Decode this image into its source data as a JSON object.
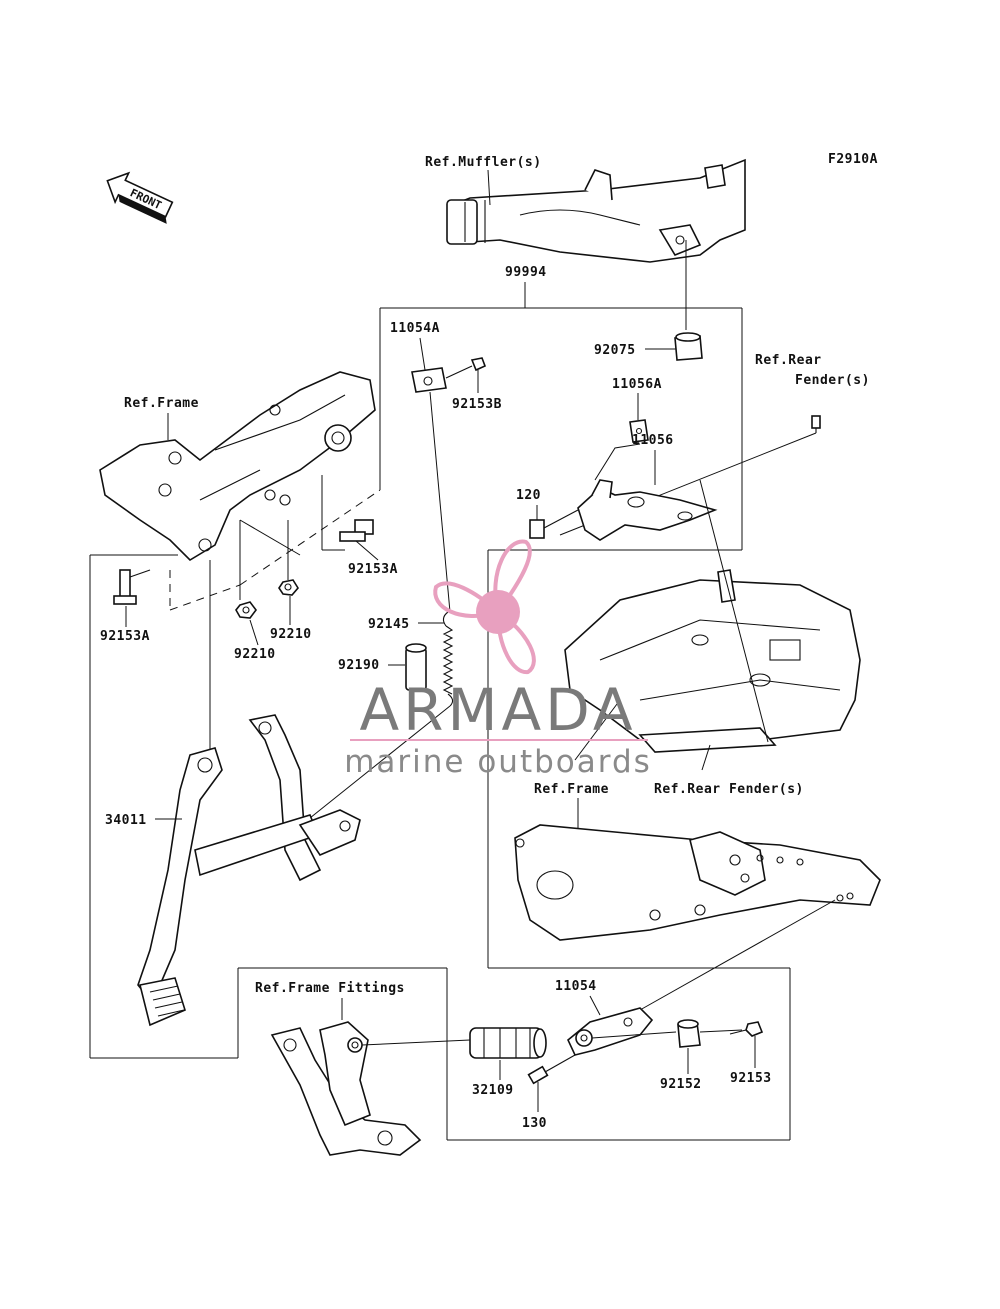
{
  "diagram_code": "F2910A",
  "front_arrow": "FRONT",
  "watermark": {
    "brand": "ARMADA",
    "tagline": "marine outboards",
    "logo_icon": "propeller-icon",
    "accent_color": "#e8a0bf"
  },
  "labels": {
    "ref_muffler": "Ref.Muffler(s)",
    "ref_frame_top": "Ref.Frame",
    "ref_rear_fender_top_line1": "Ref.Rear",
    "ref_rear_fender_top_line2": "Fender(s)",
    "ref_frame_mid": "Ref.Frame",
    "ref_rear_fender_mid": "Ref.Rear Fender(s)",
    "ref_frame_fittings": "Ref.Frame Fittings"
  },
  "parts": {
    "p99994": "99994",
    "p11054A": "11054A",
    "p92153B": "92153B",
    "p92075": "92075",
    "p11056A": "11056A",
    "p11056": "11056",
    "p120": "120",
    "p92153A_right": "92153A",
    "p92153A_left": "92153A",
    "p92210_right": "92210",
    "p92210_left": "92210",
    "p92145": "92145",
    "p92190": "92190",
    "p34011": "34011",
    "p11054": "11054",
    "p32109": "32109",
    "p92152": "92152",
    "p92153": "92153",
    "p130": "130"
  }
}
